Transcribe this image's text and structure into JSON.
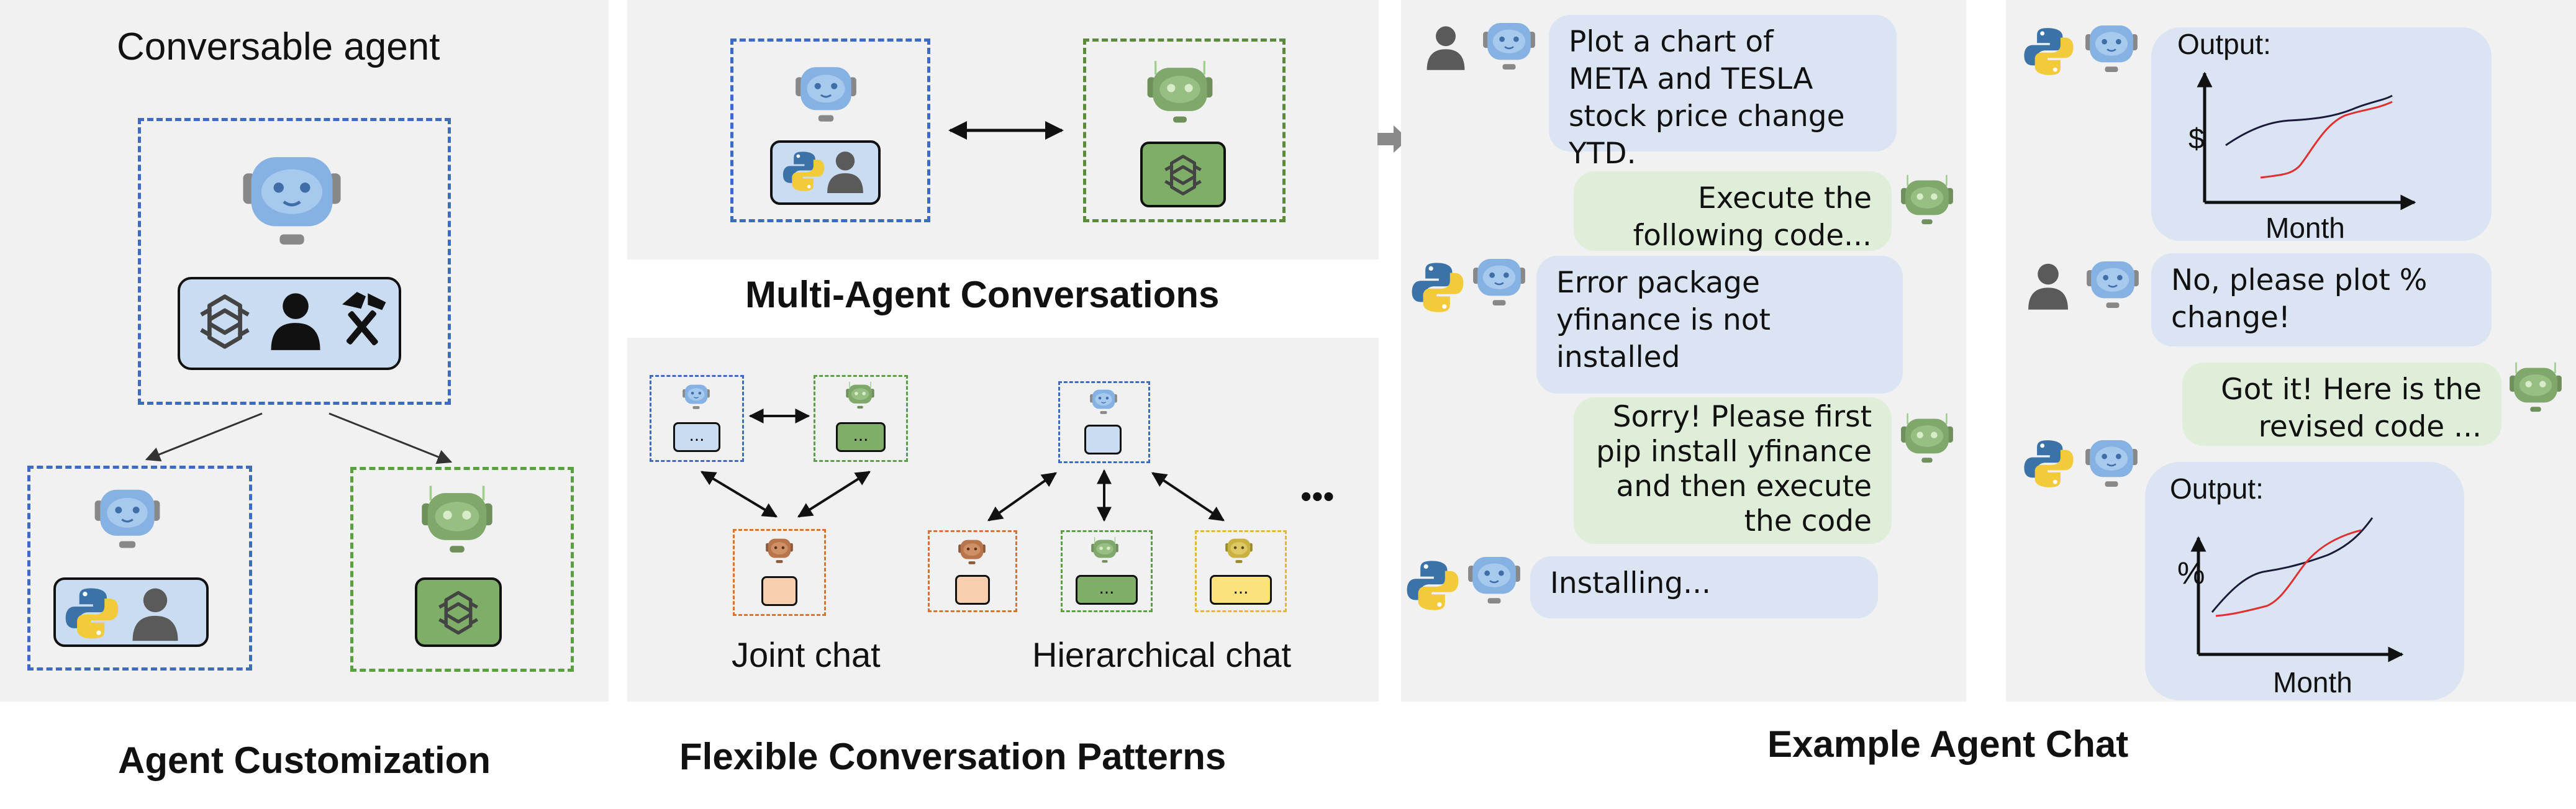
{
  "panel1": {
    "title": "Conversable agent",
    "caption": "Agent Customization"
  },
  "panel2": {
    "top_caption": "Multi-Agent Conversations",
    "joint_label": "Joint chat",
    "hier_label": "Hierarchical chat",
    "ellipsis": "•••",
    "bubble_text": "...",
    "caption": "Flexible Conversation Patterns"
  },
  "chat": {
    "caption": "Example Agent Chat",
    "messages": [
      {
        "lines": [
          "Plot a chart of",
          "META and TESLA",
          "stock price change",
          "YTD."
        ]
      },
      {
        "lines": [
          "Execute the",
          "following code..."
        ]
      },
      {
        "lines": [
          "Error package",
          "yfinance is not",
          "installed"
        ]
      },
      {
        "lines": [
          "Sorry! Please first",
          "pip install yfinance",
          "and then execute",
          "the code"
        ]
      },
      {
        "lines": [
          "Installing..."
        ]
      },
      {
        "lines": [
          "No, please plot %",
          "change!"
        ]
      },
      {
        "lines": [
          "Got it! Here is the",
          "revised code ..."
        ]
      }
    ],
    "output1": {
      "label": "Output:",
      "ylabel": "$",
      "xlabel": "Month"
    },
    "output2": {
      "label": "Output:",
      "ylabel": "%",
      "xlabel": "Month"
    }
  },
  "colors": {
    "blue_dash": "#3d6bc4",
    "green_dash": "#5aa040",
    "blue_robot": "#86b2e3",
    "green_robot": "#7fa86a",
    "orange_dash": "#d8742f",
    "yellow_dash": "#e8b730",
    "panel_bg": "#f1f1f1"
  }
}
